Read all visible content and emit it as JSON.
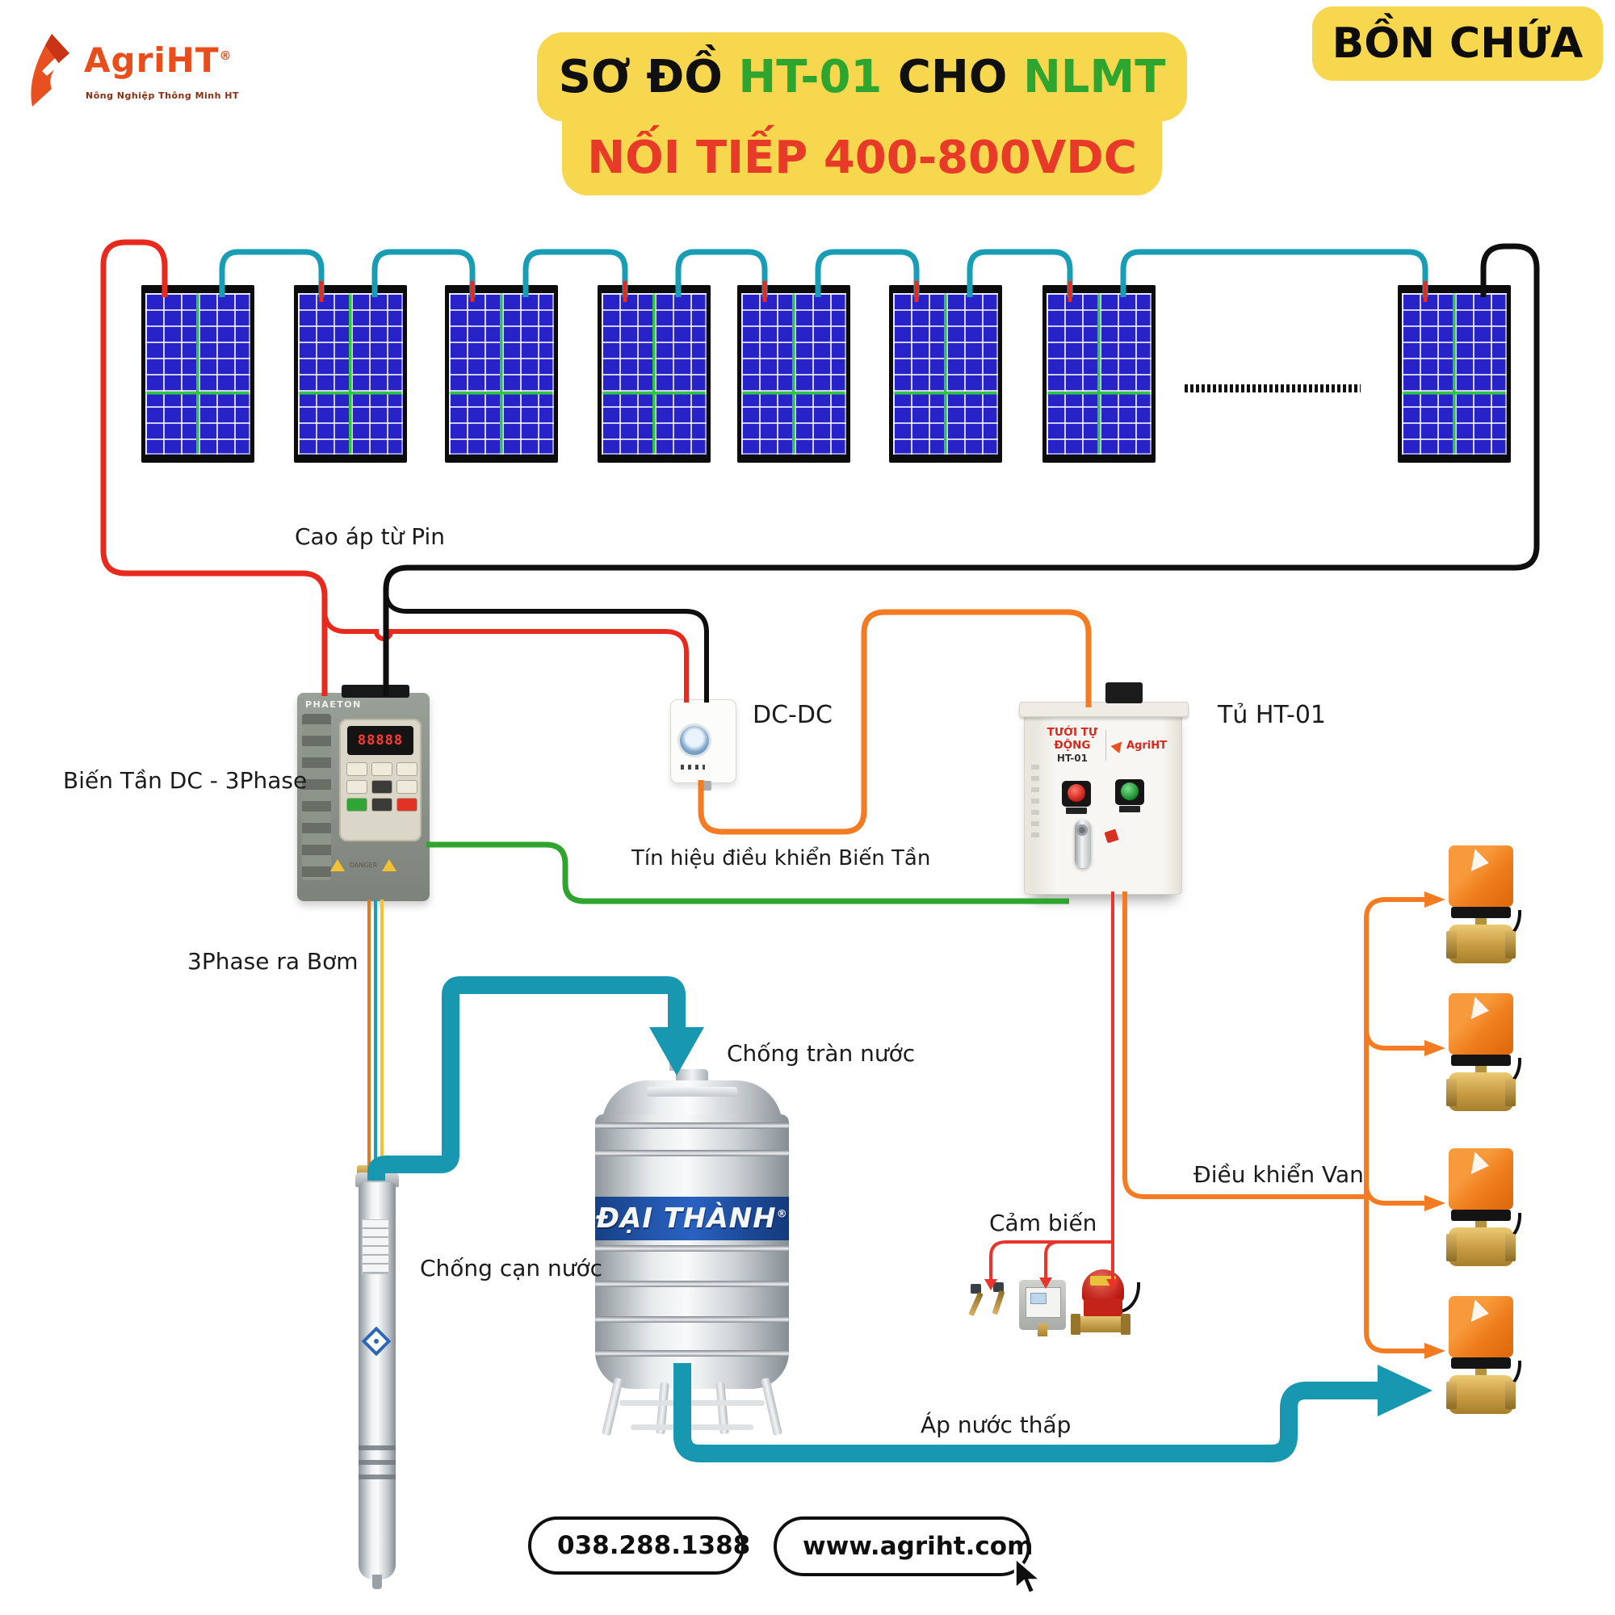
{
  "logo": {
    "brand": "AgriHT",
    "registered": "®",
    "tagline": "Nông Nghiệp Thông Minh HT"
  },
  "title": {
    "part1": "SƠ ĐỒ ",
    "part2": "HT-01",
    "part3": " CHO ",
    "part4": "NLMT",
    "line2": "NỐI TIẾP 400-800VDC"
  },
  "tank_badge": "BỒN CHỨA",
  "labels": {
    "cao_ap": "Cao áp từ Pin",
    "bien_tan": "Biến Tần DC - 3Phase",
    "dc_dc": "DC-DC",
    "tu_ht01": "Tủ HT-01",
    "tin_hieu": "Tín hiệu điều khiển Biến Tần",
    "ba_phase": "3Phase ra Bơm",
    "chong_tran": "Chống tràn nước",
    "chong_can": "Chống cạn nước",
    "cam_bien": "Cảm biến",
    "dieu_khien_van": "Điều khiển Van",
    "ap_nuoc_thap": "Áp nước thấp"
  },
  "devices": {
    "inverter_brand": "PHAETON",
    "inverter_display": "88888",
    "inverter_danger": "DANGER",
    "cabinet_line1": "TƯỚI TỰ ĐỘNG",
    "cabinet_line2": "HT-01",
    "cabinet_brand": "AgriHT",
    "tank_brand": "ĐẠI THÀNH",
    "tank_registered": "®"
  },
  "contact": {
    "phone": "038.288.1388",
    "website": "www.agriht.com"
  },
  "solar": {
    "panel_count": 8,
    "valve_count": 4
  },
  "colors": {
    "accent_yellow": "#f6d74e",
    "title_green": "#2ea52f",
    "title_red": "#e73a28",
    "wire_red": "#e8291d",
    "wire_black": "#0e0e0e",
    "wire_teal": "#189db5",
    "wire_orange": "#f47b22",
    "wire_green": "#2fa52f",
    "panel_blue": "#2823c8",
    "valve_orange": "#ef7d1b",
    "tank_band_blue": "#1e4f9f"
  }
}
